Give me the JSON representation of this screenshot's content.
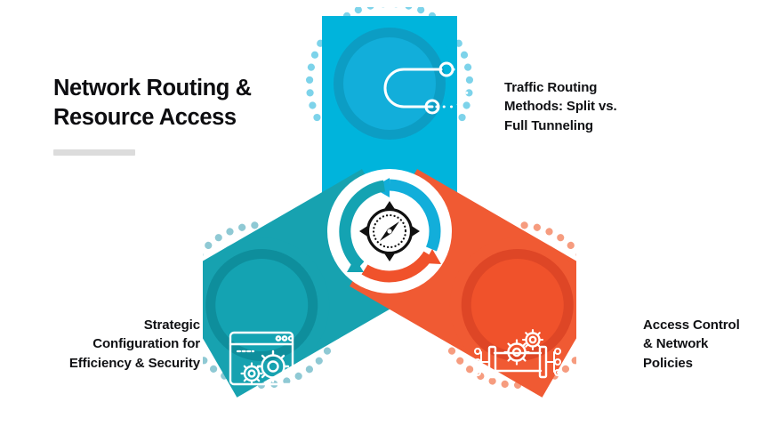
{
  "header": {
    "title_line_1": "Network Routing &",
    "title_line_2": "Resource Access"
  },
  "callouts": {
    "top_right": {
      "line_1": "Traffic Routing",
      "line_2": "Methods: Split vs.",
      "line_3": "Full Tunneling"
    },
    "bottom_left": {
      "line_1": "Strategic",
      "line_2": "Configuration for",
      "line_3": "Efficiency & Security"
    },
    "bottom_right": {
      "line_1": "Access Control",
      "line_2": "& Network",
      "line_3": "Policies"
    }
  },
  "diagram": {
    "type": "triskelion-pinwheel",
    "hub_icon": "compass-icon",
    "lobes": [
      {
        "id": "traffic-routing",
        "position": "top",
        "angle_deg": 90,
        "icon": "routing-path-icon",
        "color": "#00B4DC",
        "inner_color": "#0C9DC4",
        "dot_color": "#7DD3EA"
      },
      {
        "id": "strategic-configuration",
        "position": "bottom-left",
        "angle_deg": 210,
        "icon": "browser-gears-icon",
        "color": "#17A2B0",
        "inner_color": "#0E8E9C",
        "dot_color": "#8FC9D4"
      },
      {
        "id": "access-control",
        "position": "bottom-right",
        "angle_deg": 330,
        "icon": "network-pipe-gears-icon",
        "color": "#F05A33",
        "inner_color": "#DE4626",
        "dot_color": "#F69C7F"
      }
    ],
    "hub_arrows": [
      {
        "color": "#00B4DC"
      },
      {
        "color": "#17A2B0"
      },
      {
        "color": "#F05A33"
      }
    ]
  },
  "colors": {
    "cyan": "#00B4DC",
    "teal": "#17A2B0",
    "orange": "#F05A33",
    "title_text": "#0d0d10",
    "rule": "#dcdcdc",
    "background": "#ffffff"
  }
}
